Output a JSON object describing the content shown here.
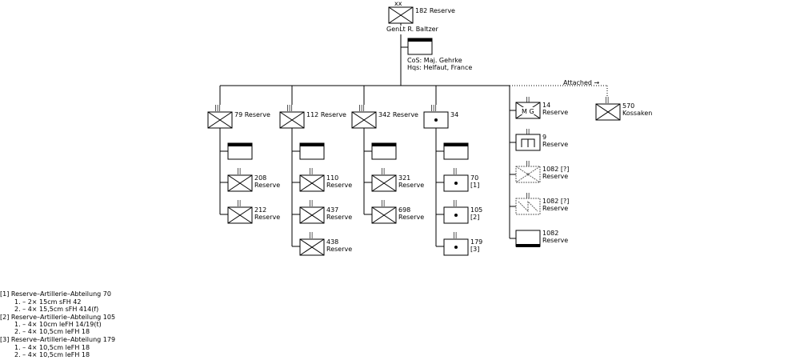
{
  "hq": {
    "echelon": "xx",
    "name": "182 Reserve",
    "commander": "GenLt R. Baltzer"
  },
  "staff": {
    "cos": "CoS:  Maj. Gehrke",
    "hqs": "Hqs:  Helfaut, France"
  },
  "attached_label": "Attached →",
  "regiments": [
    {
      "name": "79 Reserve",
      "battalions": [
        {
          "l1": "208",
          "l2": "Reserve"
        },
        {
          "l1": "212",
          "l2": "Reserve"
        }
      ]
    },
    {
      "name": "112 Reserve",
      "battalions": [
        {
          "l1": "110",
          "l2": "Reserve"
        },
        {
          "l1": "437",
          "l2": "Reserve"
        },
        {
          "l1": "438",
          "l2": "Reserve"
        }
      ]
    },
    {
      "name": "342 Reserve",
      "battalions": [
        {
          "l1": "321",
          "l2": "Reserve"
        },
        {
          "l1": "698",
          "l2": "Reserve"
        }
      ]
    },
    {
      "name": "34",
      "battalions": [
        {
          "l1": "70",
          "l2": "[1]"
        },
        {
          "l1": "105",
          "l2": "[2]"
        },
        {
          "l1": "179",
          "l2": "[3]"
        }
      ]
    }
  ],
  "support_units": [
    {
      "l1": "14",
      "l2": "Reserve",
      "symbol_text": "M G"
    },
    {
      "l1": "9",
      "l2": "Reserve"
    },
    {
      "l1": "1082 [?]",
      "l2": "Reserve"
    },
    {
      "l1": "1082 [?]",
      "l2": "Reserve"
    },
    {
      "l1": "1082",
      "l2": "Reserve"
    }
  ],
  "attached_unit": {
    "l1": "570",
    "l2": "Kossaken"
  },
  "notes": [
    "[1] Reserve–Artillerie–Abteilung 70",
    "1. –  2× 15cm sFH 42",
    "2. –  4× 15,5cm sFH 414(f)",
    "[2] Reserve–Artillerie–Abteilung 105",
    "1. –  4× 10cm leFH 14/19(t)",
    "2. –  4× 10,5cm leFH 18",
    "[3] Reserve–Artillerie–Abteilung 179",
    "1. –  4× 10,5cm leFH 18",
    "2. –  4× 10,5cm leFH 18"
  ]
}
